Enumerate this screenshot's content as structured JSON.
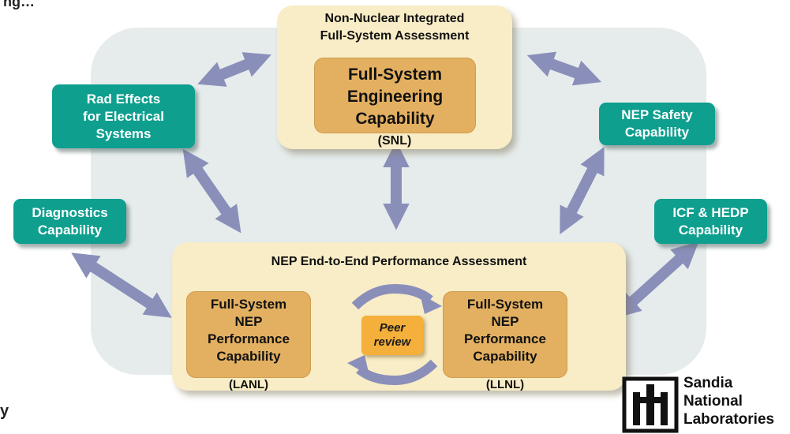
{
  "header": {
    "fragment": "ng…"
  },
  "teal_boxes": {
    "rad_effects": {
      "lines": [
        "Rad Effects",
        "for Electrical",
        "Systems"
      ]
    },
    "nep_safety": {
      "lines": [
        "NEP Safety",
        "Capability"
      ]
    },
    "diagnostics": {
      "lines": [
        "Diagnostics",
        "Capability"
      ]
    },
    "icf_hedp": {
      "lines": [
        "ICF & HEDP",
        "Capability"
      ]
    }
  },
  "top_box": {
    "title_lines": [
      "Non-Nuclear Integrated",
      "Full-System Assessment"
    ],
    "inner_lines": [
      "Full-System",
      "Engineering",
      "Capability"
    ],
    "sub": "(SNL)"
  },
  "bottom_box": {
    "title": "NEP End-to-End Performance Assessment",
    "left": {
      "lines": [
        "Full-System",
        "NEP",
        "Performance",
        "Capability"
      ],
      "sub": "(LANL)"
    },
    "right": {
      "lines": [
        "Full-System",
        "NEP",
        "Performance",
        "Capability"
      ],
      "sub": "(LLNL)"
    },
    "peer_review": {
      "lines": [
        "Peer",
        "review"
      ]
    }
  },
  "footer": {
    "fragment": "y"
  },
  "logo": {
    "lines": [
      "Sandia",
      "National",
      "Laboratories"
    ]
  },
  "colors": {
    "teal": "#0e9f8e",
    "cream": "#f8edc6",
    "tan": "#e3b061",
    "arrow": "#8a8fba",
    "peer": "#f4b03a"
  },
  "icons": [
    "double-arrow-icon",
    "cycle-arrow-icon",
    "sandia-thunderbird-icon"
  ]
}
